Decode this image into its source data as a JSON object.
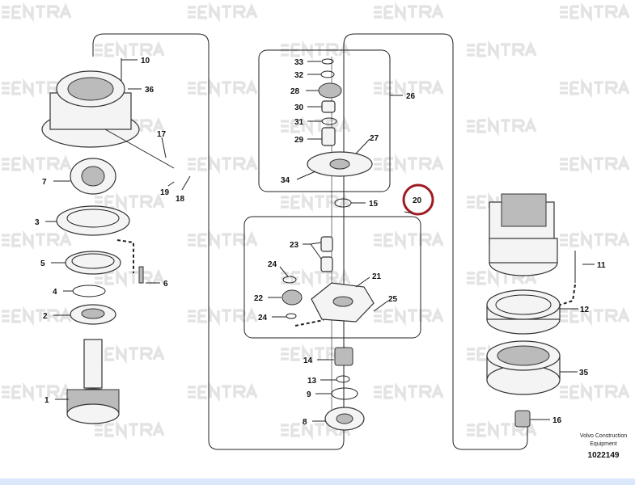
{
  "watermark_text": "ENTRA",
  "callouts": [
    "10",
    "36",
    "17",
    "7",
    "19",
    "18",
    "3",
    "5",
    "6",
    "4",
    "2",
    "1",
    "33",
    "32",
    "28",
    "26",
    "30",
    "31",
    "27",
    "29",
    "34",
    "15",
    "20",
    "23",
    "24",
    "21",
    "22",
    "25",
    "24",
    "14",
    "13",
    "9",
    "8",
    "11",
    "12",
    "35",
    "16"
  ],
  "highlight_color": "#a01c24",
  "footer": {
    "company": "Volvo Construction",
    "company2": "Equipment",
    "drawing_number": "1022149"
  }
}
